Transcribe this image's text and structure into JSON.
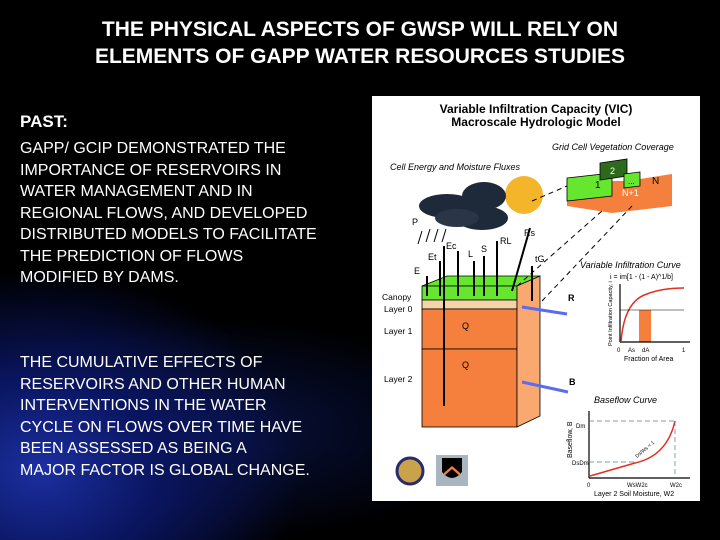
{
  "title": {
    "line1": "THE PHYSICAL ASPECTS OF GWSP WILL RELY ON",
    "line2": "ELEMENTS OF GAPP WATER RESOURCES STUDIES"
  },
  "past": {
    "heading": "PAST:",
    "lines": [
      "GAPP/ GCIP DEMONSTRATED THE",
      "IMPORTANCE OF RESERVOIRS IN",
      "WATER MANAGEMENT AND IN",
      "REGIONAL FLOWS, AND DEVELOPED",
      "DISTRIBUTED MODELS TO FACILITATE",
      "THE PREDICTION OF FLOWS",
      "MODIFIED BY DAMS."
    ]
  },
  "cumulative": {
    "lines": [
      "THE CUMULATIVE EFFECTS OF",
      "RESERVOIRS AND OTHER HUMAN",
      "INTERVENTIONS IN THE WATER",
      "CYCLE ON FLOWS OVER TIME HAVE",
      "BEEN ASSESSED AS BEING A",
      "MAJOR FACTOR IS GLOBAL CHANGE."
    ]
  },
  "diagram": {
    "title1": "Variable Infiltration Capacity (VIC)",
    "title2": "Macroscale Hydrologic Model",
    "fluxes_label": "Cell Energy and Moisture Fluxes",
    "veg_label": "Grid Cell Vegetation Coverage",
    "veg_tiles": [
      "1",
      "2",
      "...",
      "N",
      "N+1"
    ],
    "flux_symbols": [
      "P",
      "Et",
      "Ec",
      "E",
      "L",
      "S",
      "RL",
      "Rs",
      "tG"
    ],
    "layers": [
      "Canopy",
      "Layer 0",
      "Layer 1",
      "Layer 2"
    ],
    "flow_symbols": [
      "Q",
      "Q",
      "R",
      "B"
    ],
    "infiltration": {
      "title": "Variable Infiltration Curve",
      "equation": "i = im[1 - (1 - A)^1/b]",
      "ylabel": "Point Infiltration Capacity, i",
      "xlabel": "Fraction of Area",
      "ticks": [
        "0",
        "As",
        "dA",
        "1"
      ]
    },
    "baseflow": {
      "title": "Baseflow Curve",
      "ylabel": "Baseflow, B",
      "xlabel": "Layer 2 Soil Moisture, W2",
      "yticks": [
        "Dm",
        "DsDm"
      ],
      "xticks": [
        "0",
        "WsW2c",
        "W2c"
      ],
      "annotation": "Ds/Ws < 1"
    }
  },
  "colors": {
    "green": "#66e62e",
    "orange": "#f5803e",
    "blue_arrow": "#5a6cf0"
  }
}
